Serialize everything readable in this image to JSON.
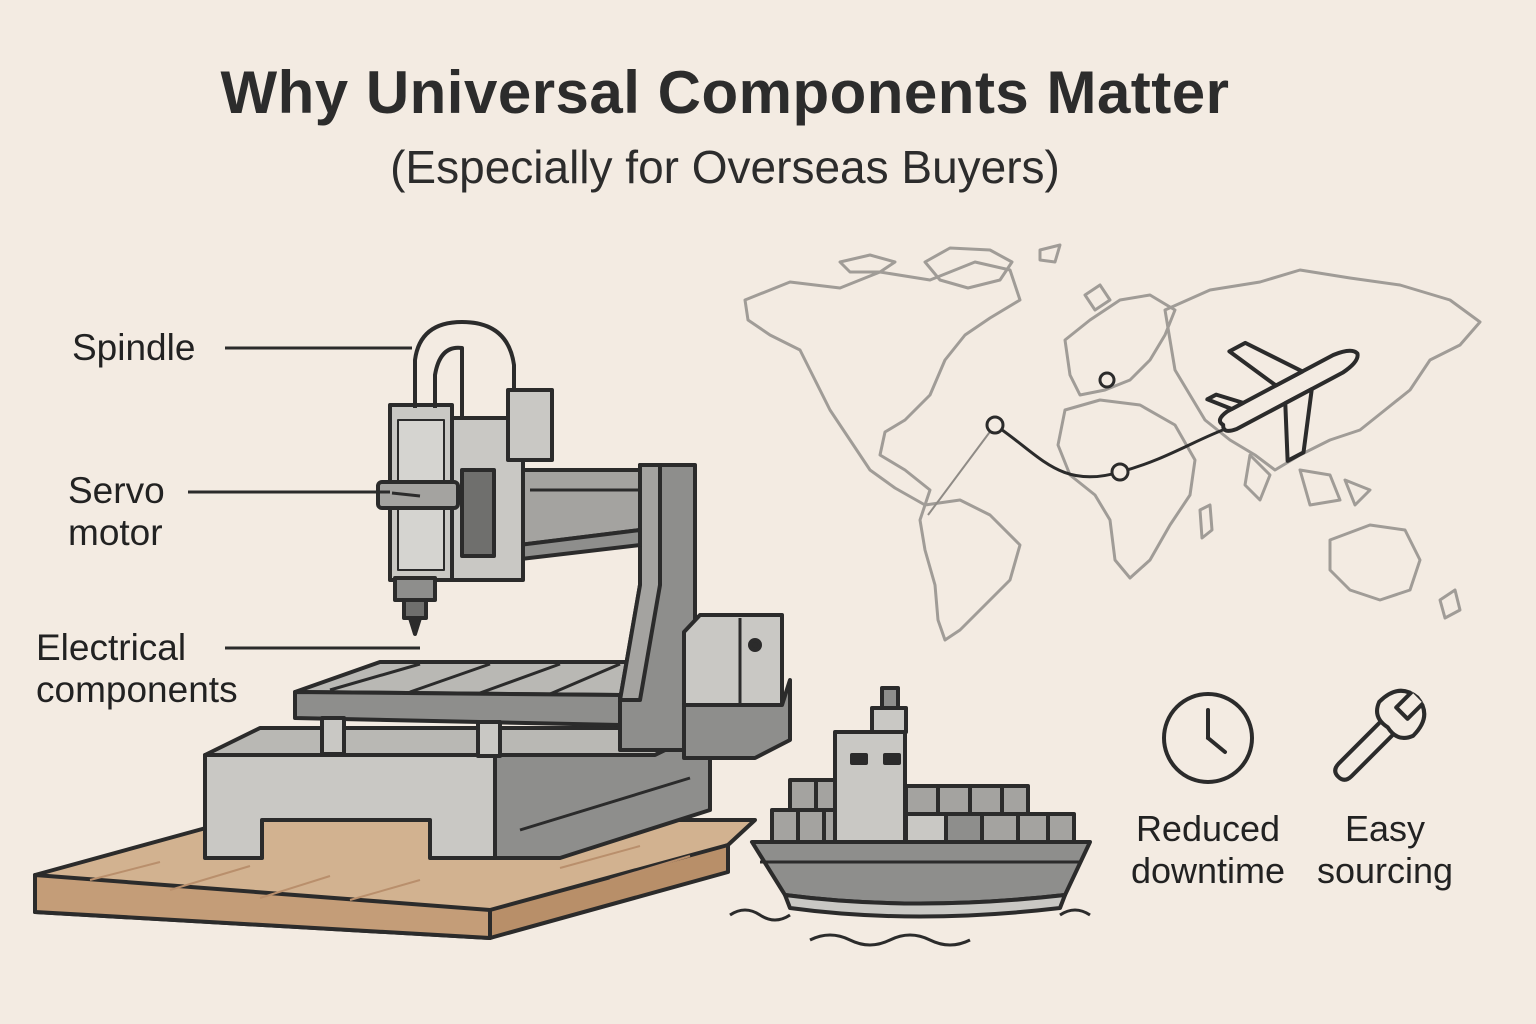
{
  "title": "Why Universal Components Matter",
  "subtitle": "(Especially for Overseas Buyers)",
  "callouts": {
    "spindle": "Spindle",
    "servo_line1": "Servo",
    "servo_line2": "motor",
    "electrical_line1": "Electrical",
    "electrical_line2": "components"
  },
  "benefits": [
    {
      "line1": "Reduced",
      "line2": "downtime",
      "icon": "clock-icon"
    },
    {
      "line1": "Easy",
      "line2": "sourcing",
      "icon": "wrench-icon"
    }
  ],
  "colors": {
    "background": "#f3ebe2",
    "machine_gray": "#8e8e8c",
    "machine_light": "#c9c8c4",
    "wood": "#d2b290",
    "outline": "#2b2b2b",
    "map": "#a09c97"
  }
}
